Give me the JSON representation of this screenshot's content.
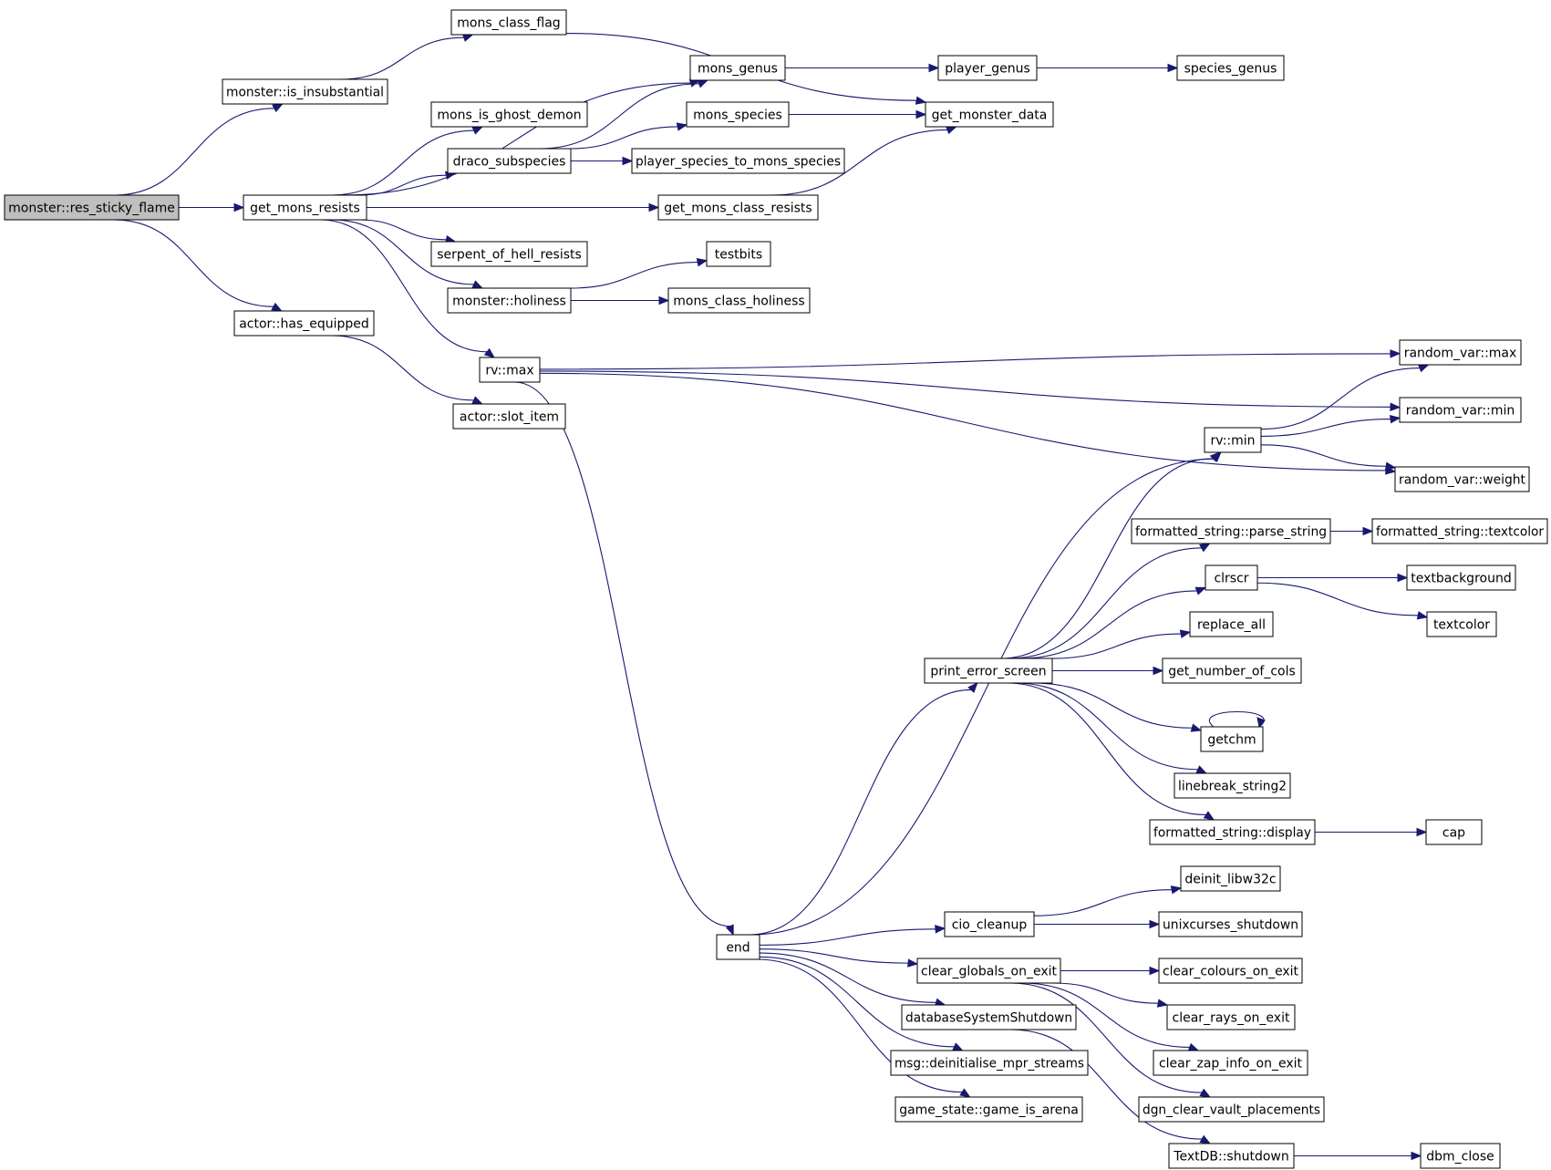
{
  "graph": {
    "root": "monster::res_sticky_flame",
    "nodes": [
      {
        "id": "res_sticky_flame",
        "label": "monster::res_sticky_flame",
        "root": true
      },
      {
        "id": "mons_class_flag",
        "label": "mons_class_flag"
      },
      {
        "id": "is_insubstantial",
        "label": "monster::is_insubstantial"
      },
      {
        "id": "mons_genus",
        "label": "mons_genus"
      },
      {
        "id": "player_genus",
        "label": "player_genus"
      },
      {
        "id": "species_genus",
        "label": "species_genus"
      },
      {
        "id": "mons_is_ghost_demon",
        "label": "mons_is_ghost_demon"
      },
      {
        "id": "mons_species",
        "label": "mons_species"
      },
      {
        "id": "get_monster_data",
        "label": "get_monster_data"
      },
      {
        "id": "draco_subspecies",
        "label": "draco_subspecies"
      },
      {
        "id": "player_species_to_mons_species",
        "label": "player_species_to_mons_species"
      },
      {
        "id": "get_mons_resists",
        "label": "get_mons_resists"
      },
      {
        "id": "get_mons_class_resists",
        "label": "get_mons_class_resists"
      },
      {
        "id": "serpent_of_hell_resists",
        "label": "serpent_of_hell_resists"
      },
      {
        "id": "testbits",
        "label": "testbits"
      },
      {
        "id": "monster_holiness",
        "label": "monster::holiness"
      },
      {
        "id": "mons_class_holiness",
        "label": "mons_class_holiness"
      },
      {
        "id": "has_equipped",
        "label": "actor::has_equipped"
      },
      {
        "id": "rv_max",
        "label": "rv::max"
      },
      {
        "id": "slot_item",
        "label": "actor::slot_item"
      },
      {
        "id": "random_var_max",
        "label": "random_var::max"
      },
      {
        "id": "random_var_min",
        "label": "random_var::min"
      },
      {
        "id": "rv_min",
        "label": "rv::min"
      },
      {
        "id": "random_var_weight",
        "label": "random_var::weight"
      },
      {
        "id": "parse_string",
        "label": "formatted_string::parse_string"
      },
      {
        "id": "fs_textcolor",
        "label": "formatted_string::textcolor"
      },
      {
        "id": "clrscr",
        "label": "clrscr"
      },
      {
        "id": "textbackground",
        "label": "textbackground"
      },
      {
        "id": "textcolor",
        "label": "textcolor"
      },
      {
        "id": "replace_all",
        "label": "replace_all"
      },
      {
        "id": "print_error_screen",
        "label": "print_error_screen"
      },
      {
        "id": "get_number_of_cols",
        "label": "get_number_of_cols"
      },
      {
        "id": "getchm",
        "label": "getchm"
      },
      {
        "id": "linebreak_string2",
        "label": "linebreak_string2"
      },
      {
        "id": "fs_display",
        "label": "formatted_string::display"
      },
      {
        "id": "cap",
        "label": "cap"
      },
      {
        "id": "deinit_libw32c",
        "label": "deinit_libw32c"
      },
      {
        "id": "cio_cleanup",
        "label": "cio_cleanup"
      },
      {
        "id": "unixcurses_shutdown",
        "label": "unixcurses_shutdown"
      },
      {
        "id": "end",
        "label": "end"
      },
      {
        "id": "clear_globals_on_exit",
        "label": "clear_globals_on_exit"
      },
      {
        "id": "clear_colours_on_exit",
        "label": "clear_colours_on_exit"
      },
      {
        "id": "databaseSystemShutdown",
        "label": "databaseSystemShutdown"
      },
      {
        "id": "clear_rays_on_exit",
        "label": "clear_rays_on_exit"
      },
      {
        "id": "deinitialise_mpr_streams",
        "label": "msg::deinitialise_mpr_streams"
      },
      {
        "id": "clear_zap_info_on_exit",
        "label": "clear_zap_info_on_exit"
      },
      {
        "id": "dgn_clear_vault_placements",
        "label": "dgn_clear_vault_placements"
      },
      {
        "id": "game_is_arena",
        "label": "game_state::game_is_arena"
      },
      {
        "id": "textdb_shutdown",
        "label": "TextDB::shutdown"
      },
      {
        "id": "dbm_close",
        "label": "dbm_close"
      }
    ],
    "edges": [
      {
        "from": "res_sticky_flame",
        "to": "is_insubstantial"
      },
      {
        "from": "res_sticky_flame",
        "to": "get_mons_resists"
      },
      {
        "from": "res_sticky_flame",
        "to": "has_equipped"
      },
      {
        "from": "is_insubstantial",
        "to": "mons_class_flag"
      },
      {
        "from": "mons_class_flag",
        "to": "get_monster_data"
      },
      {
        "from": "get_mons_resists",
        "to": "mons_genus"
      },
      {
        "from": "get_mons_resists",
        "to": "mons_is_ghost_demon"
      },
      {
        "from": "get_mons_resists",
        "to": "draco_subspecies"
      },
      {
        "from": "get_mons_resists",
        "to": "get_mons_class_resists"
      },
      {
        "from": "get_mons_resists",
        "to": "serpent_of_hell_resists"
      },
      {
        "from": "get_mons_resists",
        "to": "monster_holiness"
      },
      {
        "from": "get_mons_resists",
        "to": "rv_max"
      },
      {
        "from": "mons_genus",
        "to": "player_genus"
      },
      {
        "from": "player_genus",
        "to": "species_genus"
      },
      {
        "from": "draco_subspecies",
        "to": "mons_genus"
      },
      {
        "from": "draco_subspecies",
        "to": "mons_species"
      },
      {
        "from": "draco_subspecies",
        "to": "player_species_to_mons_species"
      },
      {
        "from": "mons_species",
        "to": "get_monster_data"
      },
      {
        "from": "get_mons_class_resists",
        "to": "get_monster_data"
      },
      {
        "from": "monster_holiness",
        "to": "testbits"
      },
      {
        "from": "monster_holiness",
        "to": "mons_class_holiness"
      },
      {
        "from": "has_equipped",
        "to": "slot_item"
      },
      {
        "from": "rv_max",
        "to": "random_var_max"
      },
      {
        "from": "rv_max",
        "to": "random_var_min"
      },
      {
        "from": "rv_max",
        "to": "random_var_weight"
      },
      {
        "from": "rv_max",
        "to": "end"
      },
      {
        "from": "rv_min",
        "to": "random_var_max"
      },
      {
        "from": "rv_min",
        "to": "random_var_min"
      },
      {
        "from": "rv_min",
        "to": "random_var_weight"
      },
      {
        "from": "end",
        "to": "rv_min"
      },
      {
        "from": "end",
        "to": "print_error_screen"
      },
      {
        "from": "end",
        "to": "cio_cleanup"
      },
      {
        "from": "end",
        "to": "clear_globals_on_exit"
      },
      {
        "from": "end",
        "to": "databaseSystemShutdown"
      },
      {
        "from": "end",
        "to": "deinitialise_mpr_streams"
      },
      {
        "from": "end",
        "to": "game_is_arena"
      },
      {
        "from": "print_error_screen",
        "to": "rv_min"
      },
      {
        "from": "print_error_screen",
        "to": "parse_string"
      },
      {
        "from": "print_error_screen",
        "to": "clrscr"
      },
      {
        "from": "print_error_screen",
        "to": "replace_all"
      },
      {
        "from": "print_error_screen",
        "to": "get_number_of_cols"
      },
      {
        "from": "print_error_screen",
        "to": "getchm"
      },
      {
        "from": "print_error_screen",
        "to": "linebreak_string2"
      },
      {
        "from": "print_error_screen",
        "to": "fs_display"
      },
      {
        "from": "parse_string",
        "to": "fs_textcolor"
      },
      {
        "from": "clrscr",
        "to": "textbackground"
      },
      {
        "from": "clrscr",
        "to": "textcolor"
      },
      {
        "from": "getchm",
        "to": "getchm"
      },
      {
        "from": "fs_display",
        "to": "cap"
      },
      {
        "from": "cio_cleanup",
        "to": "deinit_libw32c"
      },
      {
        "from": "cio_cleanup",
        "to": "unixcurses_shutdown"
      },
      {
        "from": "clear_globals_on_exit",
        "to": "clear_colours_on_exit"
      },
      {
        "from": "clear_globals_on_exit",
        "to": "clear_rays_on_exit"
      },
      {
        "from": "clear_globals_on_exit",
        "to": "clear_zap_info_on_exit"
      },
      {
        "from": "clear_globals_on_exit",
        "to": "dgn_clear_vault_placements"
      },
      {
        "from": "databaseSystemShutdown",
        "to": "textdb_shutdown"
      },
      {
        "from": "textdb_shutdown",
        "to": "dbm_close"
      }
    ]
  },
  "colors": {
    "edge": "#191970",
    "node_border": "#000000",
    "node_fill": "#ffffff",
    "root_fill": "#bfbfbf"
  }
}
